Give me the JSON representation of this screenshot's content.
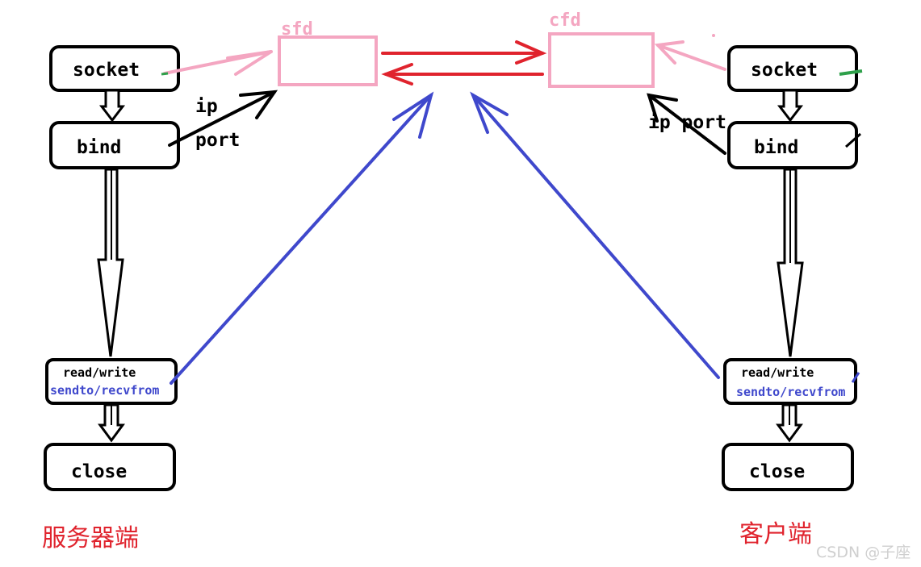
{
  "colors": {
    "pink": "#f4a6c1",
    "red": "#e0232d",
    "blue": "#3f48cc",
    "black": "#000000",
    "green": "#2ea04a",
    "side_label": "#e0232d"
  },
  "server": {
    "socket": "socket",
    "bind": "bind",
    "rw_line1": "read/write",
    "rw_line2": "sendto/recvfrom",
    "close": "close",
    "label": "服务器端"
  },
  "client": {
    "socket": "socket",
    "bind": "bind",
    "rw_line1": "read/write",
    "rw_line2": "sendto/recvfrom",
    "close": "close",
    "label": "客户端"
  },
  "fds": {
    "server_fd": "sfd",
    "client_fd": "cfd"
  },
  "bind_labels": {
    "server_ip": "ip",
    "server_port": "port",
    "client_ip_port": "ip port"
  },
  "watermark": "CSDN @子座"
}
